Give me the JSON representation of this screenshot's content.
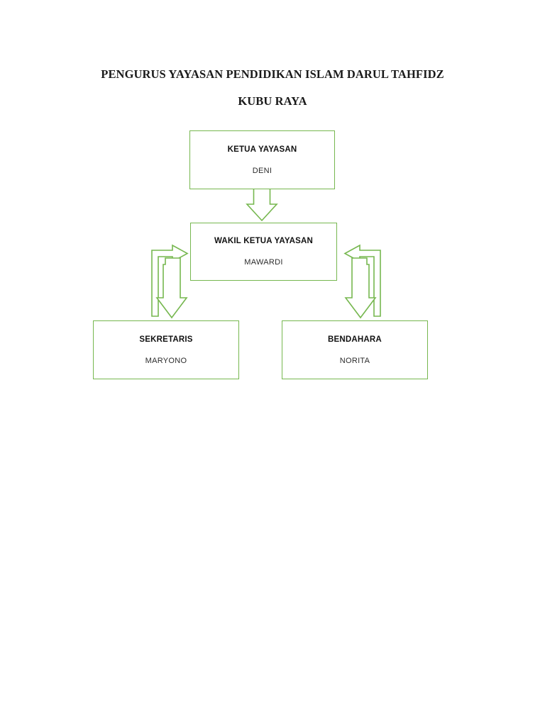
{
  "document": {
    "title_lines": [
      "PENGURUS YAYASAN PENDIDIKAN ISLAM DARUL TAHFIDZ",
      "KUBU RAYA"
    ]
  },
  "theme": {
    "accent_green": "#76b74f",
    "box_fill": "#ffffff",
    "text_color": "#111111",
    "page_background": "#ffffff"
  },
  "chart_data": {
    "type": "diagram",
    "subtype": "organizational-chart",
    "title": "PENGURUS YAYASAN PENDIDIKAN ISLAM DARUL TAHFIDZ KUBU RAYA",
    "orientation": "top-down",
    "nodes": [
      {
        "id": "ketua",
        "role": "KETUA YAYASAN",
        "person": "DENI",
        "level": 1
      },
      {
        "id": "wakil",
        "role": "WAKIL KETUA YAYASAN",
        "person": "MAWARDI",
        "level": 2
      },
      {
        "id": "sekretaris",
        "role": "SEKRETARIS",
        "person": "MARYONO",
        "level": 3
      },
      {
        "id": "bendahara",
        "role": "BENDAHARA",
        "person": "NORITA",
        "level": 3
      }
    ],
    "edges": [
      {
        "from": "ketua",
        "to": "wakil",
        "style": "block-arrow",
        "direction": "down"
      },
      {
        "from": "sekretaris",
        "to": "wakil",
        "style": "block-arrow",
        "direction": "right"
      },
      {
        "from": "bendahara",
        "to": "wakil",
        "style": "block-arrow",
        "direction": "left"
      },
      {
        "from": "wakil",
        "to": "sekretaris",
        "style": "block-arrow",
        "direction": "down"
      },
      {
        "from": "wakil",
        "to": "bendahara",
        "style": "block-arrow",
        "direction": "down"
      }
    ]
  }
}
